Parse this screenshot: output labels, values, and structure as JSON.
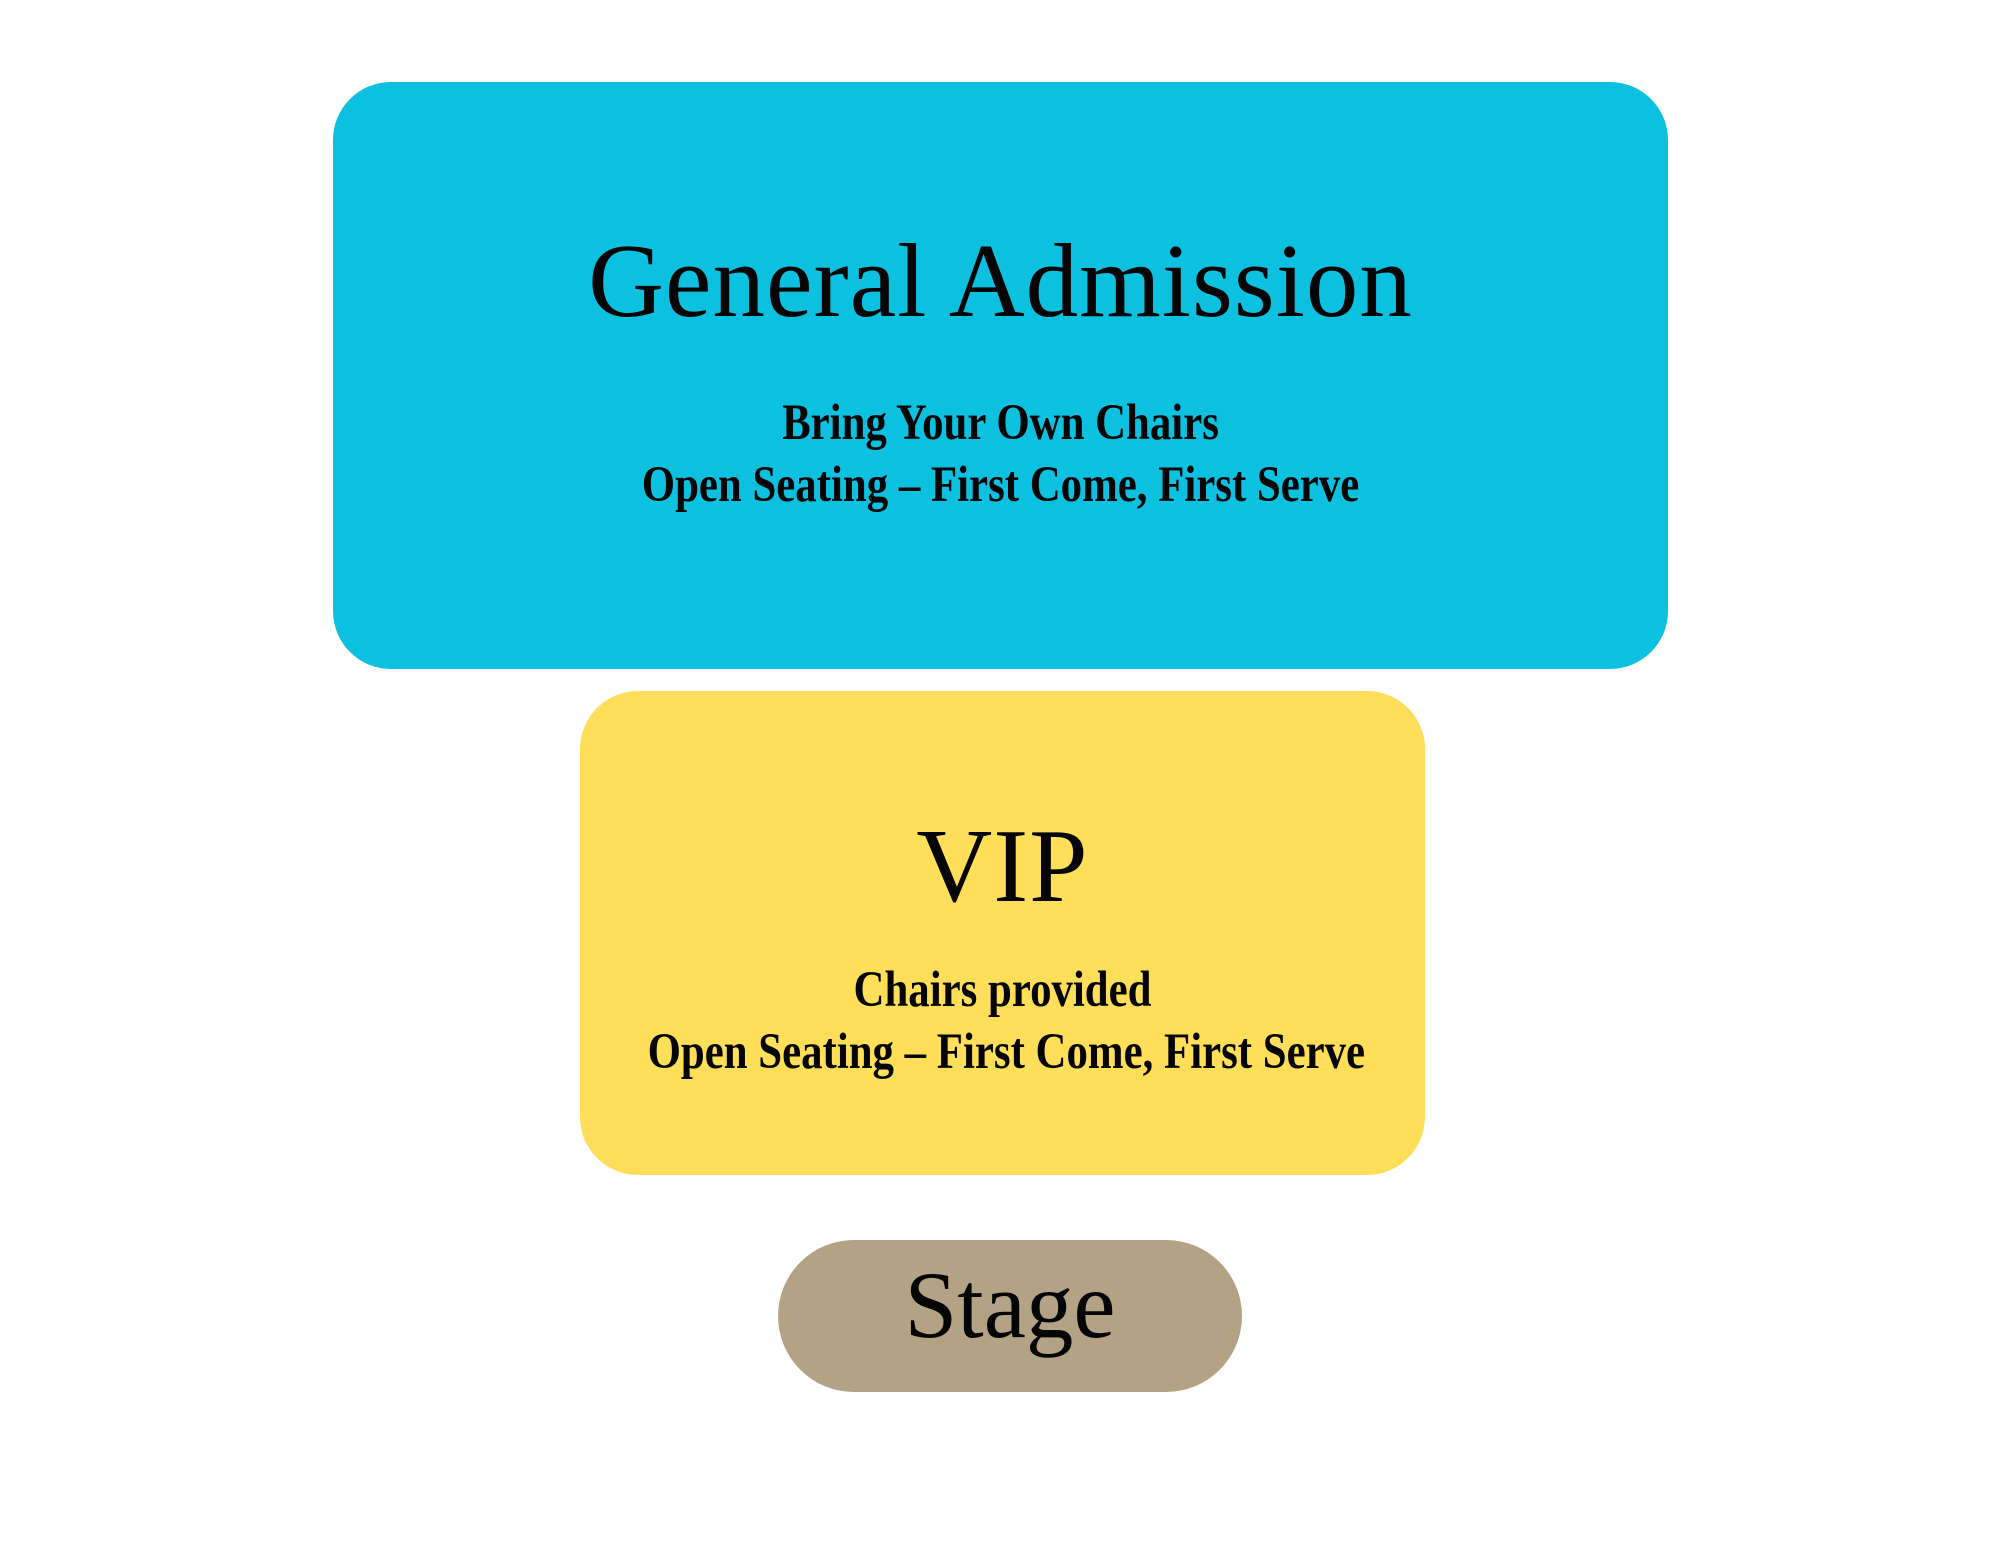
{
  "page": {
    "background_color": "#ffffff",
    "text_color": "#050505"
  },
  "sections": {
    "general_admission": {
      "title": "General Admission",
      "line1": "Bring Your Own Chairs",
      "line2": "Open Seating – First Come, First Serve",
      "color": "#0cc0df"
    },
    "vip": {
      "title": "VIP",
      "line1": "Chairs provided",
      "line2": "Open Seating – First Come, First Serve",
      "color": "#ffde59"
    },
    "stage": {
      "title": "Stage",
      "color": "#b3a284"
    }
  }
}
